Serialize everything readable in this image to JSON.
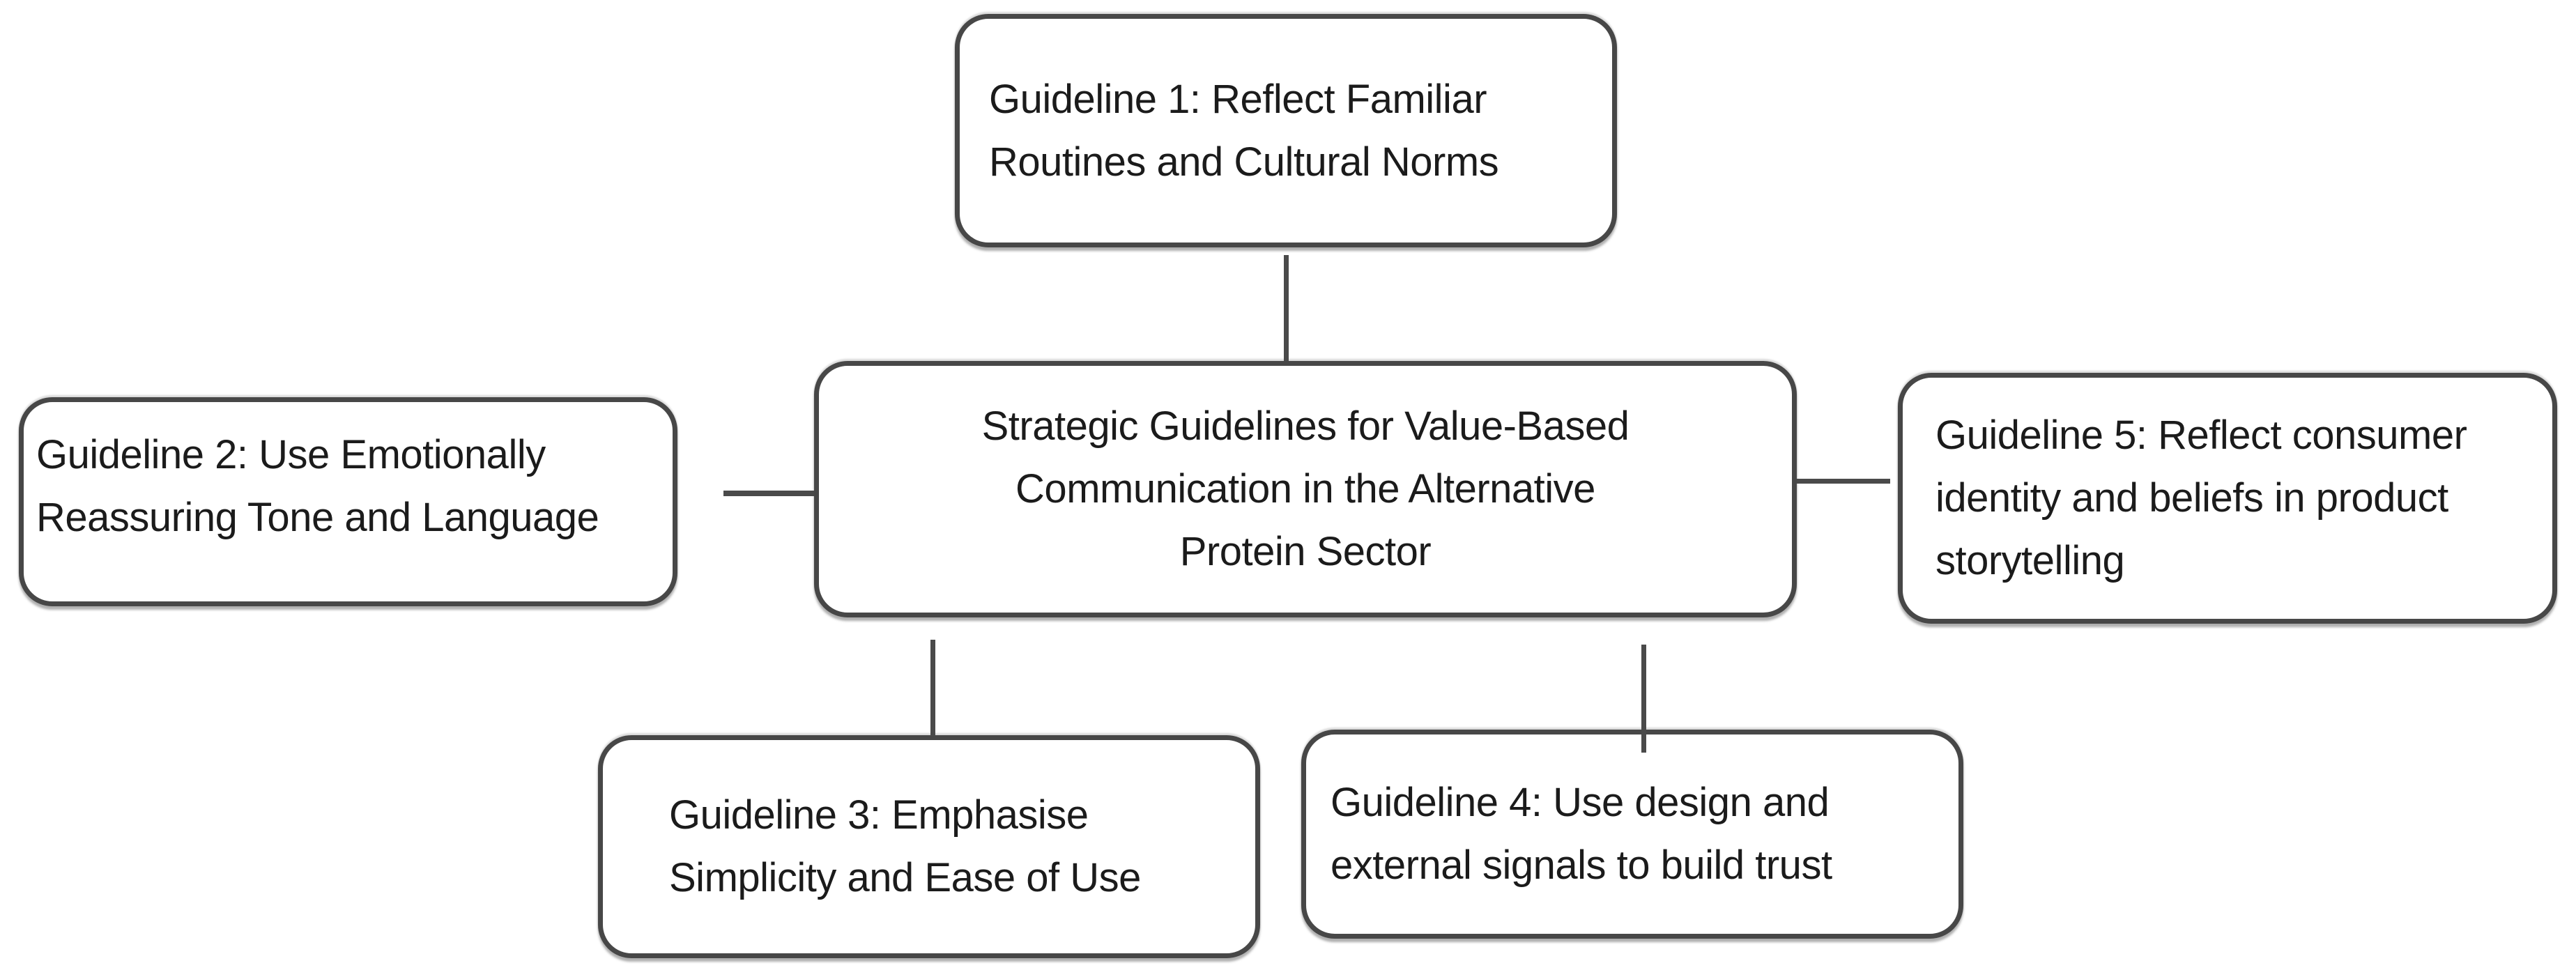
{
  "colors": {
    "background": "#ffffff",
    "node_fill": "#ffffff",
    "node_border": "#474747",
    "connector": "#4a4a4a",
    "text": "#1b1b1b"
  },
  "diagram": {
    "center_node": {
      "id": "center",
      "label": "Strategic Guidelines for Value-Based\nCommunication in the Alternative\nProtein Sector"
    },
    "nodes": [
      {
        "id": "guideline-1",
        "label": "Guideline 1: Reflect Familiar\nRoutines and Cultural Norms"
      },
      {
        "id": "guideline-2",
        "label": "Guideline 2: Use Emotionally\nReassuring Tone and Language"
      },
      {
        "id": "guideline-3",
        "label": "Guideline 3: Emphasise\nSimplicity and Ease of Use"
      },
      {
        "id": "guideline-4",
        "label": "Guideline 4: Use design and\nexternal signals to build trust"
      },
      {
        "id": "guideline-5",
        "label": "Guideline 5: Reflect consumer\nidentity and beliefs in product\nstorytelling"
      }
    ],
    "edges": [
      {
        "from": "center",
        "to": "guideline-1",
        "direction": "up"
      },
      {
        "from": "center",
        "to": "guideline-2",
        "direction": "left"
      },
      {
        "from": "center",
        "to": "guideline-3",
        "direction": "down-left"
      },
      {
        "from": "center",
        "to": "guideline-4",
        "direction": "down-right"
      },
      {
        "from": "center",
        "to": "guideline-5",
        "direction": "right"
      }
    ]
  }
}
